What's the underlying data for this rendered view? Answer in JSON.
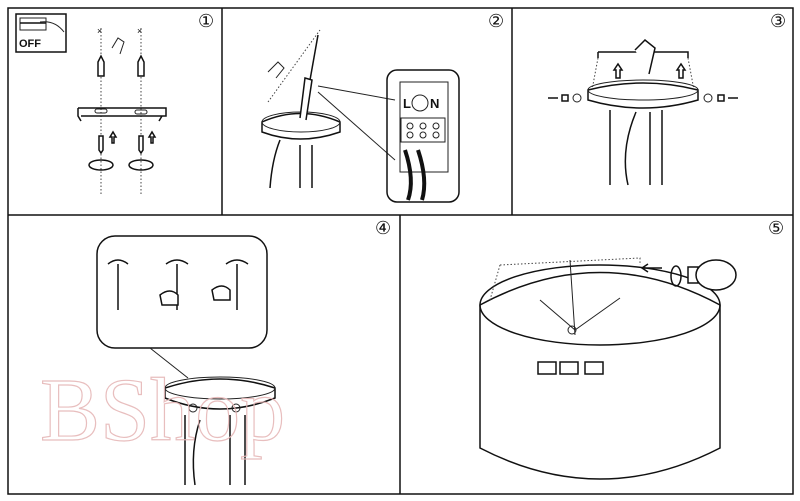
{
  "steps": [
    {
      "number": "①",
      "label_off": "OFF"
    },
    {
      "number": "②",
      "terminal_left": "L",
      "terminal_right": "N"
    },
    {
      "number": "③"
    },
    {
      "number": "④"
    },
    {
      "number": "⑤"
    }
  ],
  "watermark": "BShop"
}
